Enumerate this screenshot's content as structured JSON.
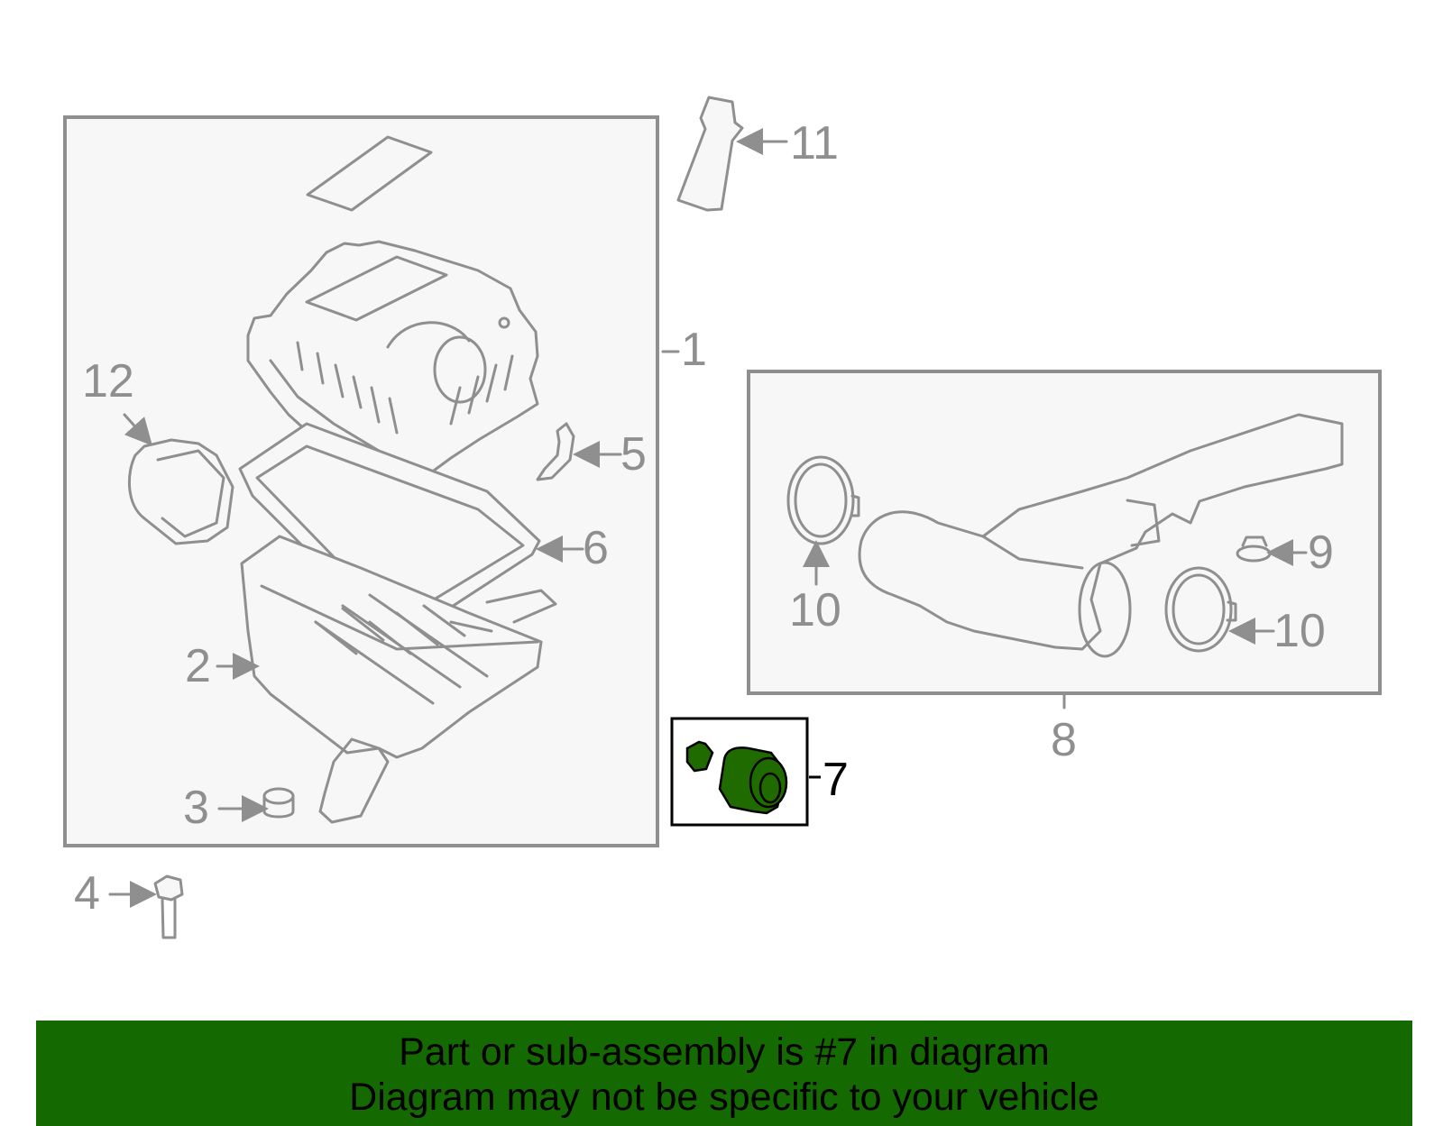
{
  "callouts": {
    "c1": "1",
    "c2": "2",
    "c3": "3",
    "c4": "4",
    "c5": "5",
    "c6": "6",
    "c7": "7",
    "c8": "8",
    "c9": "9",
    "c10a": "10",
    "c10b": "10",
    "c11": "11",
    "c12": "12"
  },
  "highlight_part": "7",
  "banner": {
    "line1": "Part or sub-assembly is #7 in diagram",
    "line2": "Diagram may not be specific to your vehicle"
  },
  "colors": {
    "line": "#8f8f8f",
    "panel": "#f7f7f7",
    "highlight": "#1f6b00",
    "banner": "#146a00"
  }
}
